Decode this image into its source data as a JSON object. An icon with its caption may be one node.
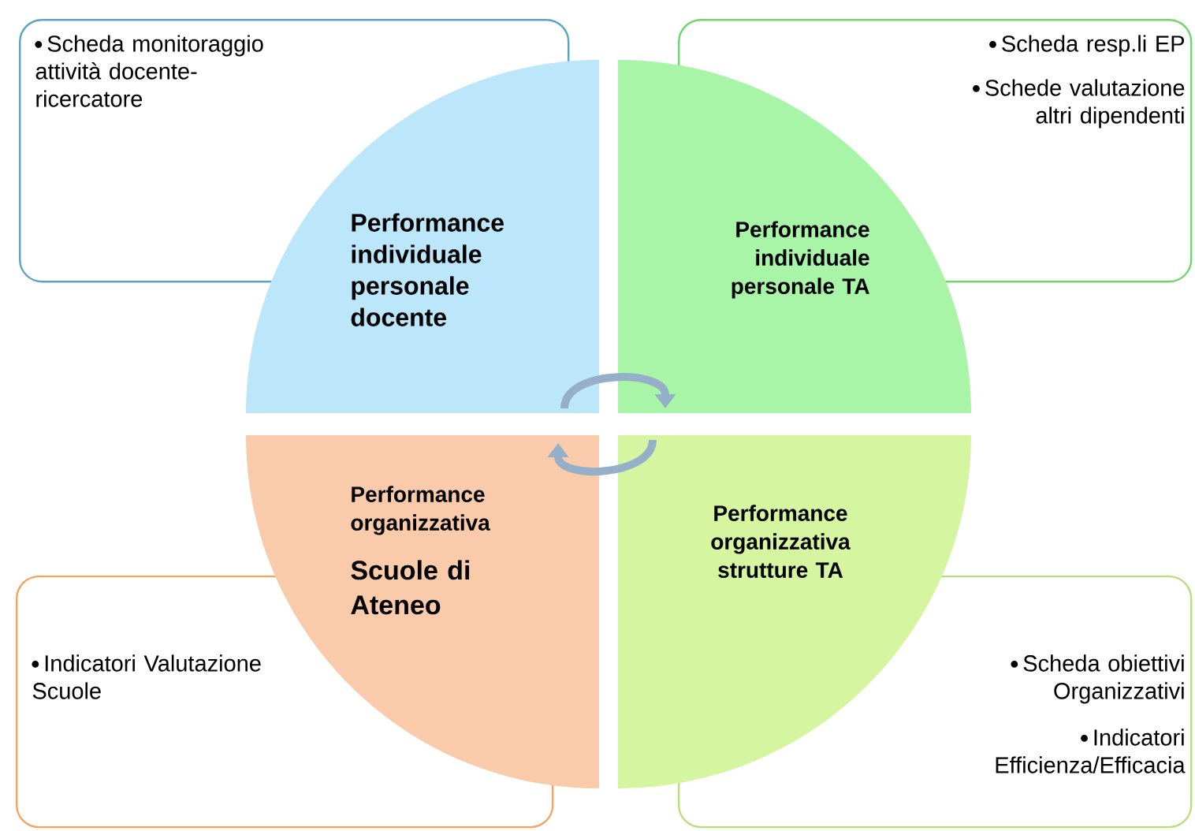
{
  "diagram": {
    "nodes": [
      {
        "text": [
          "Scheda monitoraggio attività docente-ricercatore"
        ]
      },
      {
        "text": [
          "Scheda resp.li EP",
          "Schede valutazione altri dipendenti"
        ]
      },
      {
        "text": [
          "Performance individuale personale docente"
        ]
      },
      {
        "text": [
          "Performance individuale personale TA"
        ]
      },
      {
        "text": [
          "Performance organizzativa",
          "Scuole di Ateneo"
        ]
      },
      {
        "text": [
          "Performance organizzativa strutture TA"
        ]
      },
      {
        "text": [
          "Indicatori Valutazione Scuole"
        ]
      },
      {
        "text": [
          "Scheda obiettivi Organizzativi",
          "Indicatori Efficienza/Efficacia"
        ]
      }
    ],
    "edges": [
      {
        "from": 2,
        "to": 3,
        "arrow": "to"
      },
      {
        "from": 5,
        "to": 4,
        "arrow": "to"
      }
    ]
  }
}
